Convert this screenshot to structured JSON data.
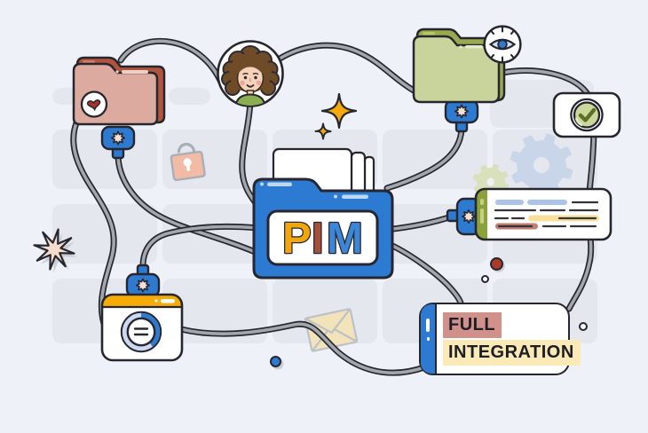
{
  "canvas": {
    "background": "#eef2f8",
    "tile_color": "#e4e8ee",
    "outline_color": "#26262e",
    "cable_color": "#a2a7ae"
  },
  "pim_folder": {
    "label": "PIM",
    "folder_color": "#2d7ad2",
    "letters": [
      {
        "char": "P",
        "color": "#f2a60d"
      },
      {
        "char": "I",
        "color": "#a6503a"
      },
      {
        "char": "M",
        "color": "#3c86d8"
      }
    ]
  },
  "favorites_folder": {
    "icon": "heart-icon",
    "front_color": "#dcaa9e",
    "back_color": "#b2543d",
    "heart_color": "#a83324"
  },
  "visibility_folder": {
    "icon": "eye-icon",
    "front_color": "#c9d39c",
    "back_color": "#9aa84f",
    "eye_color": "#2e7ad0"
  },
  "user_avatar": {
    "icon": "woman-avatar",
    "hair_color": "#6f4b28",
    "shirt_color": "#8cae52"
  },
  "approval_card": {
    "icon": "checkmark-icon",
    "circle_color": "#ccd79c",
    "check_color": "#5c7026"
  },
  "data_card": {
    "icon": "text-lines-icon",
    "cap_color": "#8ba23c",
    "highlight_colors": {
      "blue": "#a9c4e6",
      "yellow": "#f8df9b",
      "rose": "#c17d6f"
    }
  },
  "progress_card": {
    "icon": "progress-ring-icon",
    "bar_color": "#f7ab07",
    "ring_blue": "#2e7ad0",
    "ring_light": "#ccd9f0"
  },
  "integration_card": {
    "line1": "FULL",
    "line2": "INTEGRATION",
    "cap_color": "#2e7ad0",
    "line1_highlight": "#cf9189",
    "line2_highlight": "#fbe9b6"
  },
  "connectors": {
    "icon": "gear-plug-icon",
    "color": "#2e7ad0",
    "count": 4
  },
  "decorations": {
    "lock": "lock-icon",
    "envelope": "envelope-icon",
    "gears": "gear-icon",
    "sparkles": "sparkle-icon",
    "starburst": "starburst-icon",
    "dot_colors": [
      "#a93b28",
      "#2e7ad0",
      "#ffffff",
      "#ffffff"
    ]
  }
}
